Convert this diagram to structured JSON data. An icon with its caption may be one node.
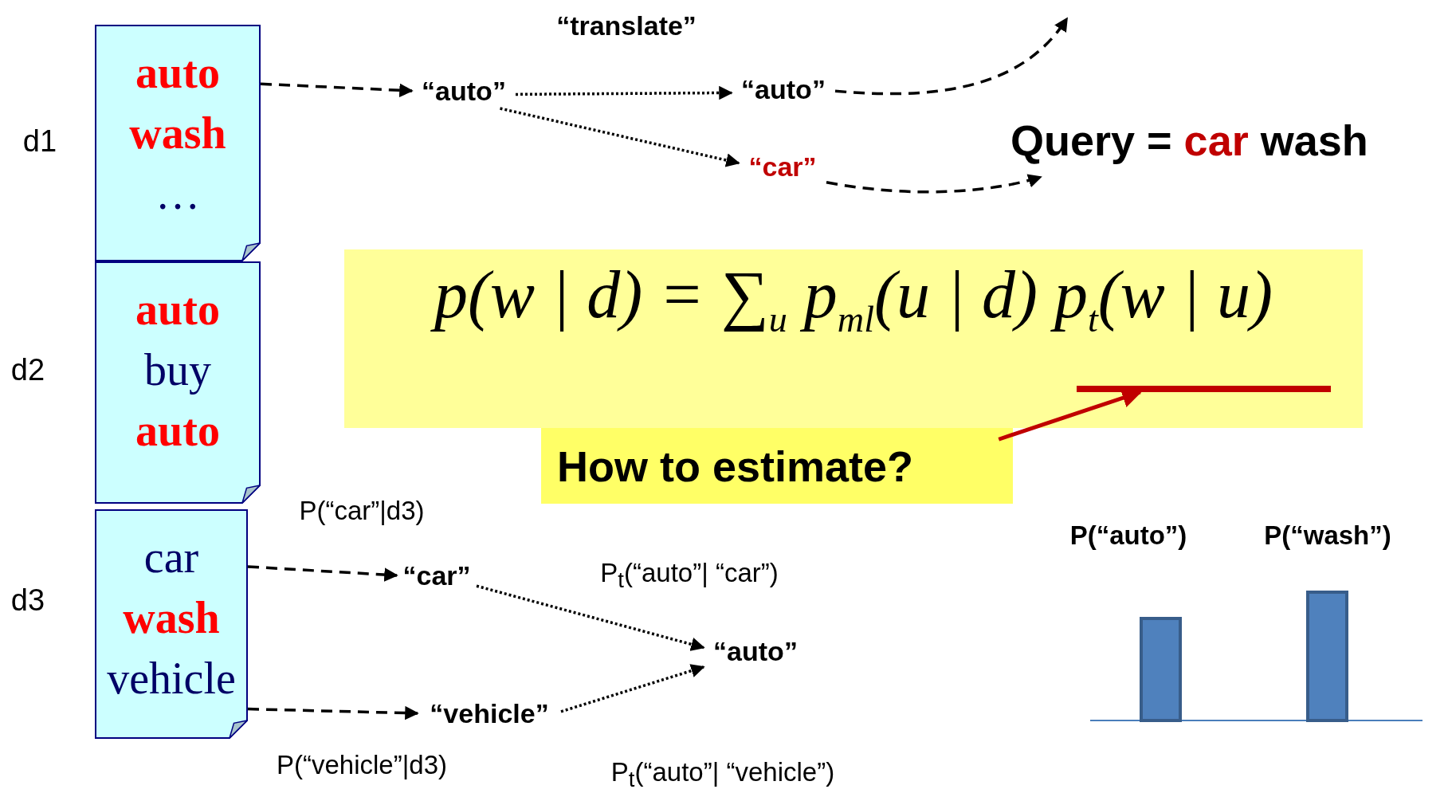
{
  "diagram": {
    "nodes": [
      {
        "text": [
          "auto",
          "wash",
          "…"
        ],
        "beside": [
          "d1"
        ]
      },
      {
        "text": [
          "auto",
          "buy",
          "auto"
        ],
        "beside": [
          "d2"
        ]
      },
      {
        "text": [
          "car",
          "wash",
          "vehicle"
        ],
        "beside": [
          "d3"
        ]
      },
      {
        "text": [
          "“auto”"
        ]
      },
      {
        "text": [
          "“auto”"
        ]
      },
      {
        "text": [
          "“car”"
        ]
      },
      {
        "text": [
          "Query =",
          "car",
          "wash"
        ]
      },
      {
        "text": [
          "p(w | d) = ∑$_{u}$ p$_{ml}$(u | d) p$_{t}$(w | u)"
        ]
      },
      {
        "text": [
          "How to estimate?"
        ]
      },
      {
        "text": [],
        "shape": "bar",
        "in": 7
      },
      {
        "text": [
          "“car”"
        ]
      },
      {
        "text": [
          "“auto”"
        ]
      },
      {
        "text": [
          "“vehicle”"
        ]
      }
    ],
    "edges": [
      {
        "from": 0,
        "to": 3,
        "arrow": "to",
        "style": "dashed"
      },
      {
        "from": 3,
        "to": 4,
        "arrow": "to",
        "style": "dashed",
        "label": "“translate”"
      },
      {
        "from": 3,
        "to": 5,
        "arrow": "to",
        "style": "dashed"
      },
      {
        "from": 4,
        "to": null,
        "arrow": "to",
        "style": "dashed"
      },
      {
        "from": 5,
        "to": 6,
        "arrow": "to",
        "style": "dashed"
      },
      {
        "from": 2,
        "to": 10,
        "arrow": "to",
        "style": "dashed",
        "label": "P(“car”|d3)"
      },
      {
        "from": 2,
        "to": 12,
        "arrow": "to",
        "style": "dashed",
        "label": "P(“vehicle”|d3)"
      },
      {
        "from": 10,
        "to": 11,
        "arrow": "to",
        "style": "dashed",
        "label": "P$_{t}$(“auto”| “car”)"
      },
      {
        "from": 12,
        "to": 11,
        "arrow": "to",
        "style": "dashed",
        "label": "P$_{t}$(“auto”| “vehicle”)"
      },
      {
        "from": 8,
        "to": 9,
        "arrow": "to",
        "color": "#c00000"
      }
    ],
    "labels": [
      "P(“auto”)",
      "P(“wash”)"
    ]
  }
}
